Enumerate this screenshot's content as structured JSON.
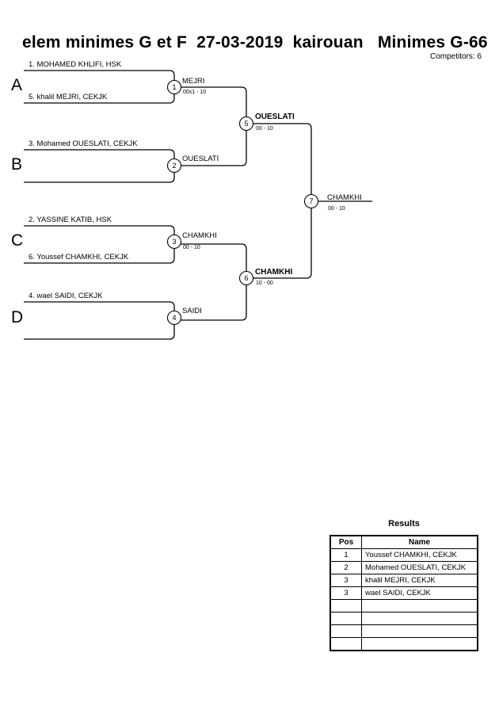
{
  "header": {
    "title": "elem minimes G et F  27-03-2019  kairouan   Minimes G-66",
    "competitors_label": "Competitors: 6"
  },
  "bracket": {
    "groups": [
      {
        "letter": "A"
      },
      {
        "letter": "B"
      },
      {
        "letter": "C"
      },
      {
        "letter": "D"
      }
    ],
    "seeds": [
      {
        "label": "1. MOHAMED KHLIFI, HSK"
      },
      {
        "label": "5. khalil MEJRI, CEKJK"
      },
      {
        "label": "3. Mohamed OUESLATI, CEKJK"
      },
      {
        "label": ""
      },
      {
        "label": "2. YASSINE KATIB, HSK"
      },
      {
        "label": "6. Youssef CHAMKHI, CEKJK"
      },
      {
        "label": "4. wael SAIDI, CEKJK"
      },
      {
        "label": ""
      }
    ],
    "matches": [
      {
        "number": "1",
        "winner": "MEJRI",
        "score": "00s1 - 10"
      },
      {
        "number": "2",
        "winner": "OUESLATI",
        "score": ""
      },
      {
        "number": "3",
        "winner": "CHAMKHI",
        "score": "00 - 10"
      },
      {
        "number": "4",
        "winner": "SAIDI",
        "score": ""
      },
      {
        "number": "5",
        "winner": "OUESLATI",
        "score": "00 - 10"
      },
      {
        "number": "6",
        "winner": "CHAMKHI",
        "score": "10 - 00"
      },
      {
        "number": "7",
        "winner": "CHAMKHI",
        "score": "00 - 10"
      }
    ]
  },
  "results": {
    "title": "Results",
    "columns": [
      "Pos",
      "Name"
    ],
    "rows": [
      {
        "pos": "1",
        "name": "Youssef CHAMKHI, CEKJK"
      },
      {
        "pos": "2",
        "name": "Mohamed OUESLATI, CEKJK"
      },
      {
        "pos": "3",
        "name": "khalil MEJRI, CEKJK"
      },
      {
        "pos": "3",
        "name": "wael SAIDI, CEKJK"
      },
      {
        "pos": "",
        "name": ""
      },
      {
        "pos": "",
        "name": ""
      },
      {
        "pos": "",
        "name": ""
      },
      {
        "pos": "",
        "name": ""
      }
    ]
  }
}
